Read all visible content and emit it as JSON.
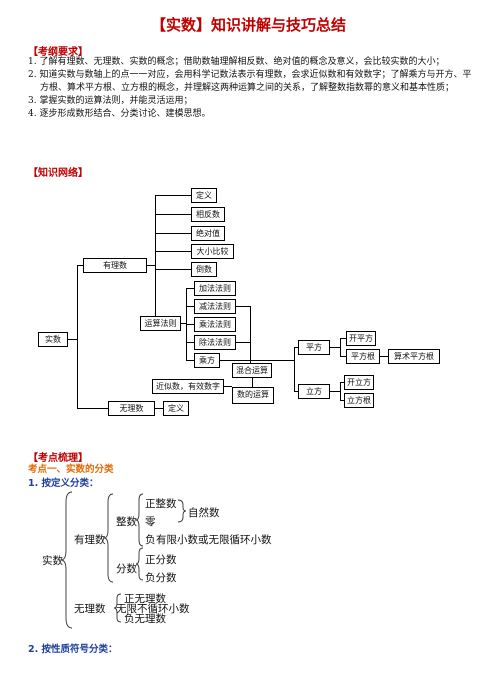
{
  "title": "【实数】知识讲解与技巧总结",
  "req": {
    "heading": "【考纲要求】",
    "items": [
      "1. 了解有理数、无理数、实数的概念；借助数轴理解相反数、绝对值的概念及意义，会比较实数的大小；",
      "2. 知道实数与数轴上的点一一对应，会用科学记数法表示有理数，会求近似数和有效数字；了解乘方与开方、平方根、算术平方根、立方根的概念，并理解这两种运算之间的关系，了解整数指数幂的意义和基本性质；",
      "3. 掌握实数的运算法则，并能灵活运用；",
      "4. 逐步形成数形结合、分类讨论、建模思想。"
    ]
  },
  "net": {
    "heading": "【知识网络】",
    "real": "实数",
    "rational": "有理数",
    "irrational": "无理数",
    "definition": "定义",
    "opposite": "相反数",
    "absolute": "绝对值",
    "compare": "大小比较",
    "reciprocal": "倒数",
    "rules": "运算法则",
    "add": "加法法则",
    "subtract": "减法法则",
    "multiply": "乘法法则",
    "divide": "除法法则",
    "power": "乘方",
    "mixed": "混合运算",
    "approx": "近似数，有效数字",
    "ops": "数的运算",
    "square": "平方",
    "cube": "立方",
    "sqrt": "开平方",
    "sqroot": "平方根",
    "arith": "算术平方根",
    "cbrt": "开立方",
    "cuberoot": "立方根",
    "irr_def": "定义"
  },
  "points": {
    "heading": "【考点梳理】",
    "p1": "考点一、实数的分类",
    "s1": "1. 按定义分类：",
    "s2": "2. 按性质符号分类："
  },
  "classify": {
    "real": "实数",
    "rational": "有理数",
    "finite": "有限小数或无限循环小数",
    "integer": "整数",
    "pos_int": "正整数",
    "natural": "自然数",
    "zero": "零",
    "neg_int": "负整数",
    "fraction": "分数",
    "pos_frac": "正分数",
    "neg_frac": "负分数",
    "irrational": "无理数",
    "infinite": "无限不循环小数",
    "pos_irr": "正无理数",
    "neg_irr": "负无理数"
  }
}
